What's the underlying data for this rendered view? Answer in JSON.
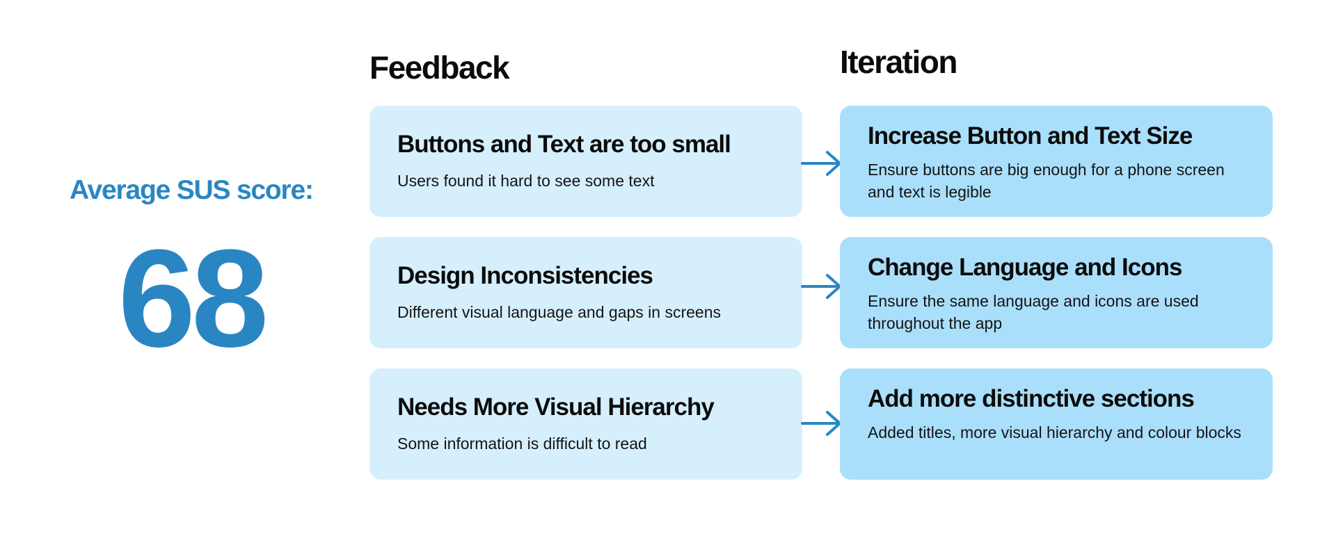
{
  "sus": {
    "label": "Average SUS score:",
    "score": "68"
  },
  "columns": {
    "feedback_heading": "Feedback",
    "iteration_heading": "Iteration"
  },
  "rows": [
    {
      "feedback_title": "Buttons and Text are too small",
      "feedback_body": "Users found it hard to see some text",
      "iteration_title": "Increase Button and Text Size",
      "iteration_body": "Ensure buttons are big enough for a phone screen and text is legible"
    },
    {
      "feedback_title": "Design Inconsistencies",
      "feedback_body": "Different visual language and gaps in screens",
      "iteration_title": "Change Language and Icons",
      "iteration_body": "Ensure the same language and icons are used throughout the app"
    },
    {
      "feedback_title": "Needs More Visual Hierarchy",
      "feedback_body": "Some information is difficult to read",
      "iteration_title": "Add more distinctive sections",
      "iteration_body": "Added titles, more visual hierarchy and colour blocks"
    }
  ],
  "icons": {
    "connector": "arrow-right-icon"
  },
  "colors": {
    "accent": "#2a86c2",
    "feedback_card": "#d6effd",
    "iteration_card": "#aadffc",
    "heading_text": "#0b0b0b"
  }
}
